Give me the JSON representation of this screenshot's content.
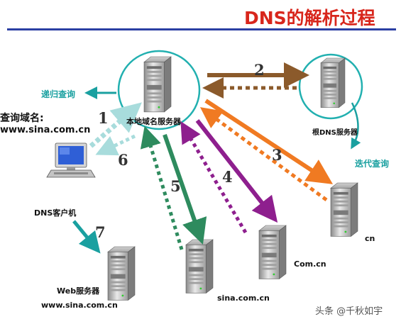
{
  "title": "DNS的解析过程",
  "nodes": {
    "local_dns": "本地域名服务器",
    "root_dns": "根DNS服务器",
    "cn": "cn",
    "com_cn": "Com.cn",
    "sina_com_cn": "sina.com.cn",
    "client": "DNS客户机",
    "web_server": "Web服务器",
    "web_url": "www.sina.com.cn"
  },
  "annotations": {
    "recursive_query": "递归查询",
    "iterative_query": "迭代查询",
    "query_domain": "查询域名:",
    "query_domain_value": "www.sina.com.cn"
  },
  "steps": [
    "1",
    "2",
    "3",
    "4",
    "5",
    "6",
    "7"
  ],
  "watermark": "头条 @千秋如宇",
  "colors": {
    "title": "#d8261c",
    "rule": "#2b3fa3",
    "step1": "#a8dcdc",
    "step2": "#8b5a2b",
    "step3": "#f07a22",
    "step4": "#8e1f8e",
    "step5": "#2e8b5e",
    "step7": "#1aa0a0",
    "label_teal": "#1aa0a0",
    "circle": "#22b0b0"
  }
}
